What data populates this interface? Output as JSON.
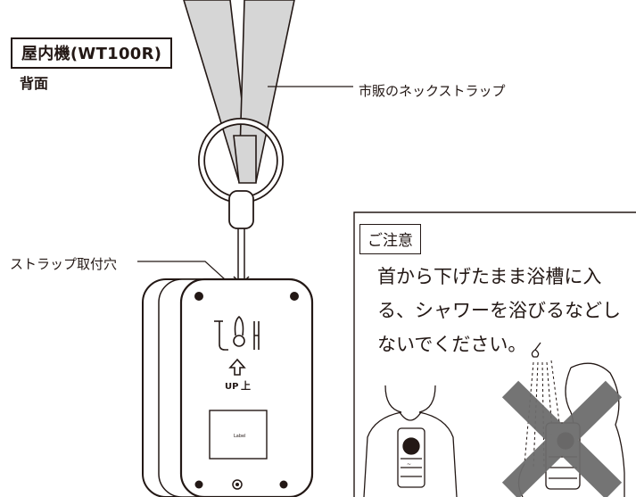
{
  "title": "屋内機(WT100R)",
  "subtitle": "背面",
  "labels": {
    "neck_strap": "市販のネックストラップ",
    "strap_hole": "ストラップ取付穴"
  },
  "device": {
    "up_text": "UP",
    "up_kanji": "上",
    "label_text": "Label"
  },
  "caution": {
    "heading": "ご注意",
    "lines": [
      "首から下げたまま浴槽に入",
      "る、シャワーを浴びるなどし",
      "ないでください。"
    ]
  },
  "colors": {
    "strap": "#d6d6d6",
    "line": "#231815",
    "cross": "#6d6d6d"
  }
}
